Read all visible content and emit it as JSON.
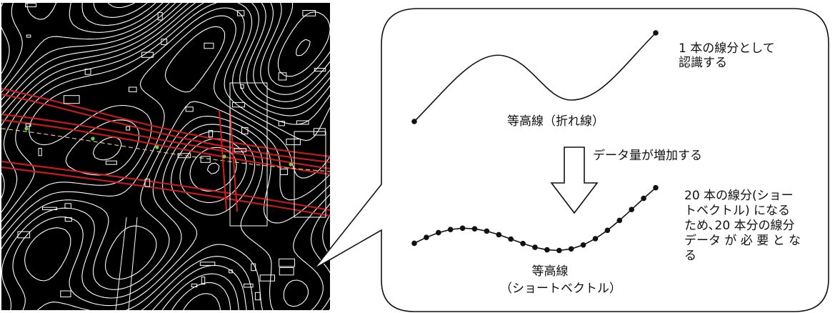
{
  "diagram": {
    "single_segment_note": "1 本の線分として\n認識する",
    "polyline_caption": "等高線（折れ線）",
    "data_increase_label": "データ量が増加する",
    "short_vector_note": "20 本の線分(ショー\nトベクトル) になる\nため､20 本分の線分\nデータ が 必 要 と な\nる",
    "short_vector_caption_line1": "等高線",
    "short_vector_caption_line2": "（ショートベクトル）"
  },
  "colors": {
    "map_background": "#000000",
    "contour": "#ffffff",
    "road": "#d81e1e",
    "marker": "#6fd04a",
    "diagram_stroke": "#111111"
  },
  "icons": {
    "arrow": "down-arrow-icon",
    "vertex": "vertex-dot-icon"
  },
  "short_vector": {
    "segment_count": 20
  }
}
